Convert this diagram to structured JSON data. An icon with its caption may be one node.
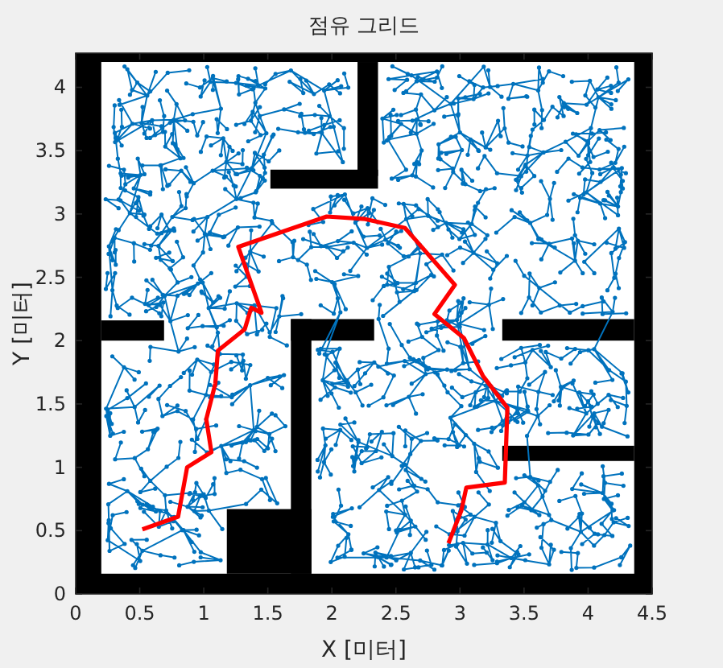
{
  "diagram": {
    "chart_data": {
      "type": "line",
      "title": "점유 그리드",
      "xlabel": "X [미터]",
      "ylabel": "Y [미터]",
      "xlim": [
        0,
        4.5
      ],
      "ylim": [
        0,
        4.27
      ],
      "xticks": [
        0,
        0.5,
        1,
        1.5,
        2,
        2.5,
        3,
        3.5,
        4,
        4.5
      ],
      "yticks": [
        0,
        0.5,
        1,
        1.5,
        2,
        2.5,
        3,
        3.5,
        4
      ],
      "x": [
        0.52,
        0.8,
        0.87,
        1.06,
        1.02,
        1.09,
        1.11,
        1.32,
        1.37,
        1.45,
        1.27,
        1.96,
        2.26,
        2.57,
        2.96,
        2.8,
        3.03,
        3.18,
        3.37,
        3.35,
        3.05,
        3.01,
        2.91
      ],
      "series": [
        {
          "color": "#ff0000",
          "values": [
            0.51,
            0.61,
            1.0,
            1.12,
            1.38,
            1.66,
            1.92,
            2.09,
            2.26,
            2.22,
            2.74,
            2.98,
            2.96,
            2.89,
            2.44,
            2.21,
            2.02,
            1.72,
            1.47,
            0.88,
            0.84,
            0.66,
            0.4
          ]
        }
      ]
    }
  }
}
